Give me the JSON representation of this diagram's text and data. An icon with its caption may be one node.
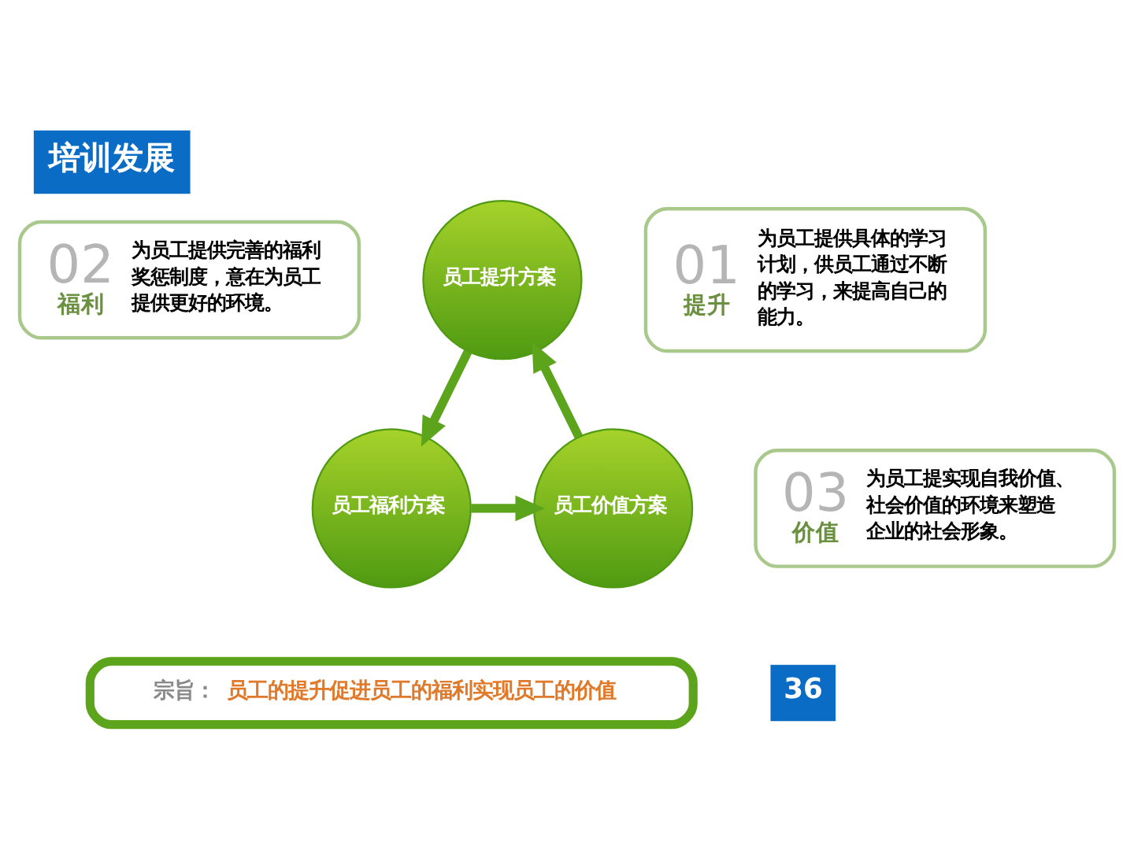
{
  "diagram": {
    "title": "培训发展",
    "nodes": [
      {
        "text": [
          "员工提升方案"
        ]
      },
      {
        "text": [
          "01",
          "提升",
          "为员工提供具体的学习计划，供员工通过不断的学习，来提高自己的能力。"
        ]
      },
      {
        "text": [
          "02",
          "福利",
          "为员工提供完善的福利奖惩制度，意在为员工提供更好的环境。"
        ]
      },
      {
        "text": [
          "员工福利方案"
        ]
      },
      {
        "text": [
          "员工价值方案"
        ]
      },
      {
        "text": [
          "03",
          "价值",
          "为员工提实现自我价值、社会价值的环境来塑造企业的社会形象。"
        ]
      },
      {
        "text": [
          "宗旨：",
          "员工的提升促进员工的福利实现员工的价值"
        ]
      }
    ],
    "edges": [
      {
        "from": 0,
        "to": 3,
        "arrow": "to"
      },
      {
        "from": 3,
        "to": 4,
        "arrow": "to"
      },
      {
        "from": 4,
        "to": 0,
        "arrow": "to"
      }
    ],
    "labels": [
      "36"
    ]
  }
}
